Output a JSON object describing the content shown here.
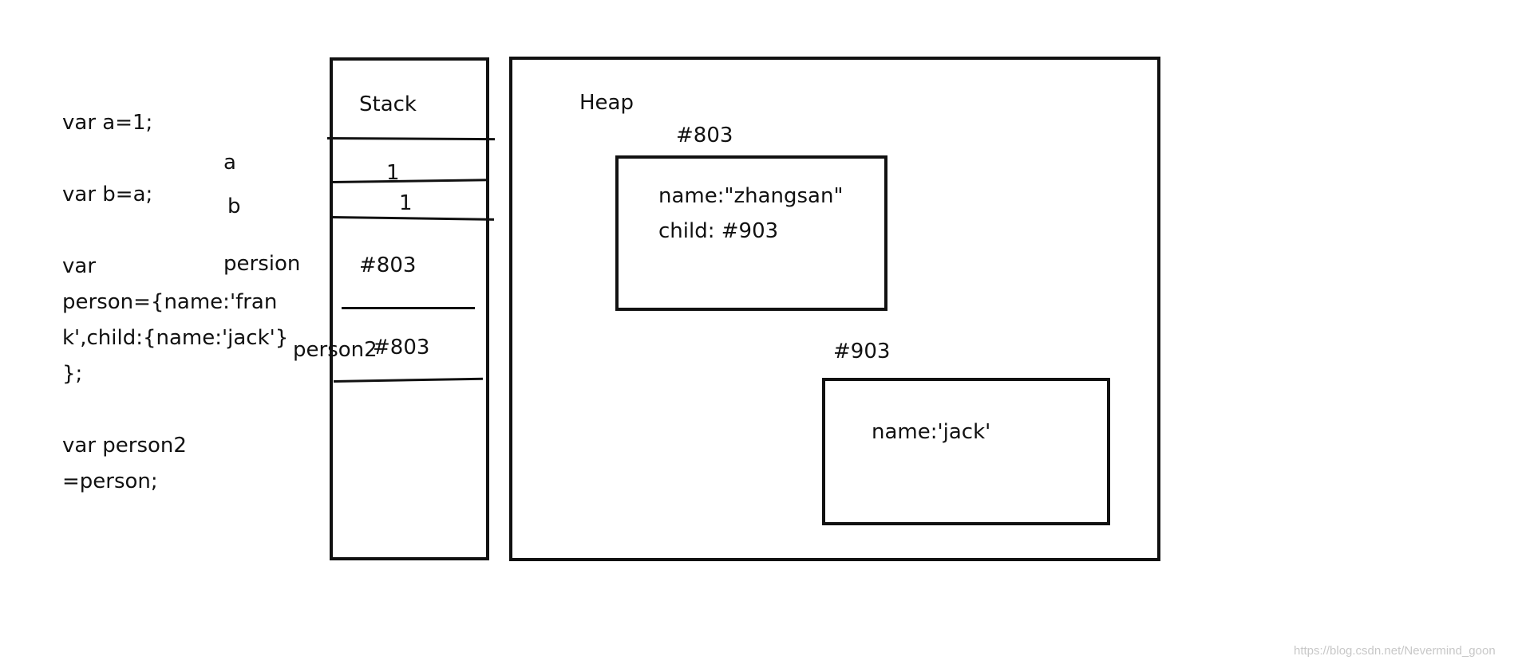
{
  "code": {
    "lines": [
      "var a=1;",
      "",
      "var b=a;",
      "",
      "var",
      "person={name:'fran",
      "k',child:{name:'jack'}",
      "};",
      "",
      "var person2",
      "=person;"
    ]
  },
  "stack": {
    "title": "Stack",
    "labels": {
      "a": "a",
      "b": "b",
      "persion": "persion",
      "person2": "person2"
    },
    "values": {
      "a": "1",
      "b": "1",
      "persion": "#803",
      "person2": "#803"
    }
  },
  "heap": {
    "title": "Heap",
    "obj1": {
      "address": "#803",
      "line1": "name:\"zhangsan\"",
      "line2": "child: #903"
    },
    "obj2": {
      "address": "#903",
      "line1": "name:'jack'"
    }
  },
  "watermark": "https://blog.csdn.net/Nevermind_goon"
}
